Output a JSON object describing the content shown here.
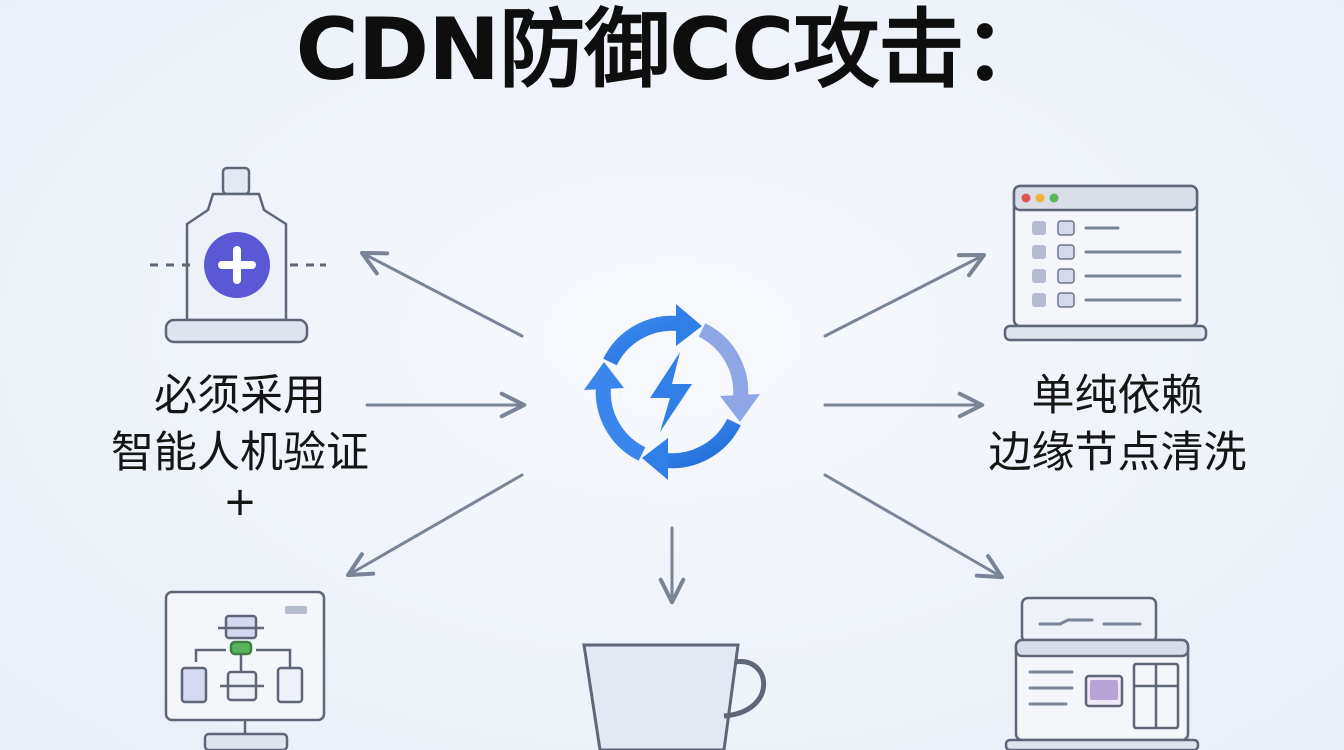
{
  "title": "CDN防御CC攻击：",
  "left_label": {
    "line1": "必须采用",
    "line2": "智能人机验证",
    "line3": "+"
  },
  "right_label": {
    "line1": "单纯依赖",
    "line2": "边缘节点清洗"
  },
  "colors": {
    "arrow": "#7a8497",
    "accent_blue": "#2f7fe6",
    "accent_purple": "#5b58d6",
    "icon_stroke": "#5e6677",
    "icon_fill": "#e4e8f3"
  },
  "icons": {
    "center": "refresh-lightning-icon",
    "top_left": "security-gate-icon",
    "bottom_left": "monitor-flowchart-icon",
    "bottom_center": "cup-icon",
    "top_right": "browser-window-icon",
    "bottom_right": "laptop-dashboard-icon"
  }
}
